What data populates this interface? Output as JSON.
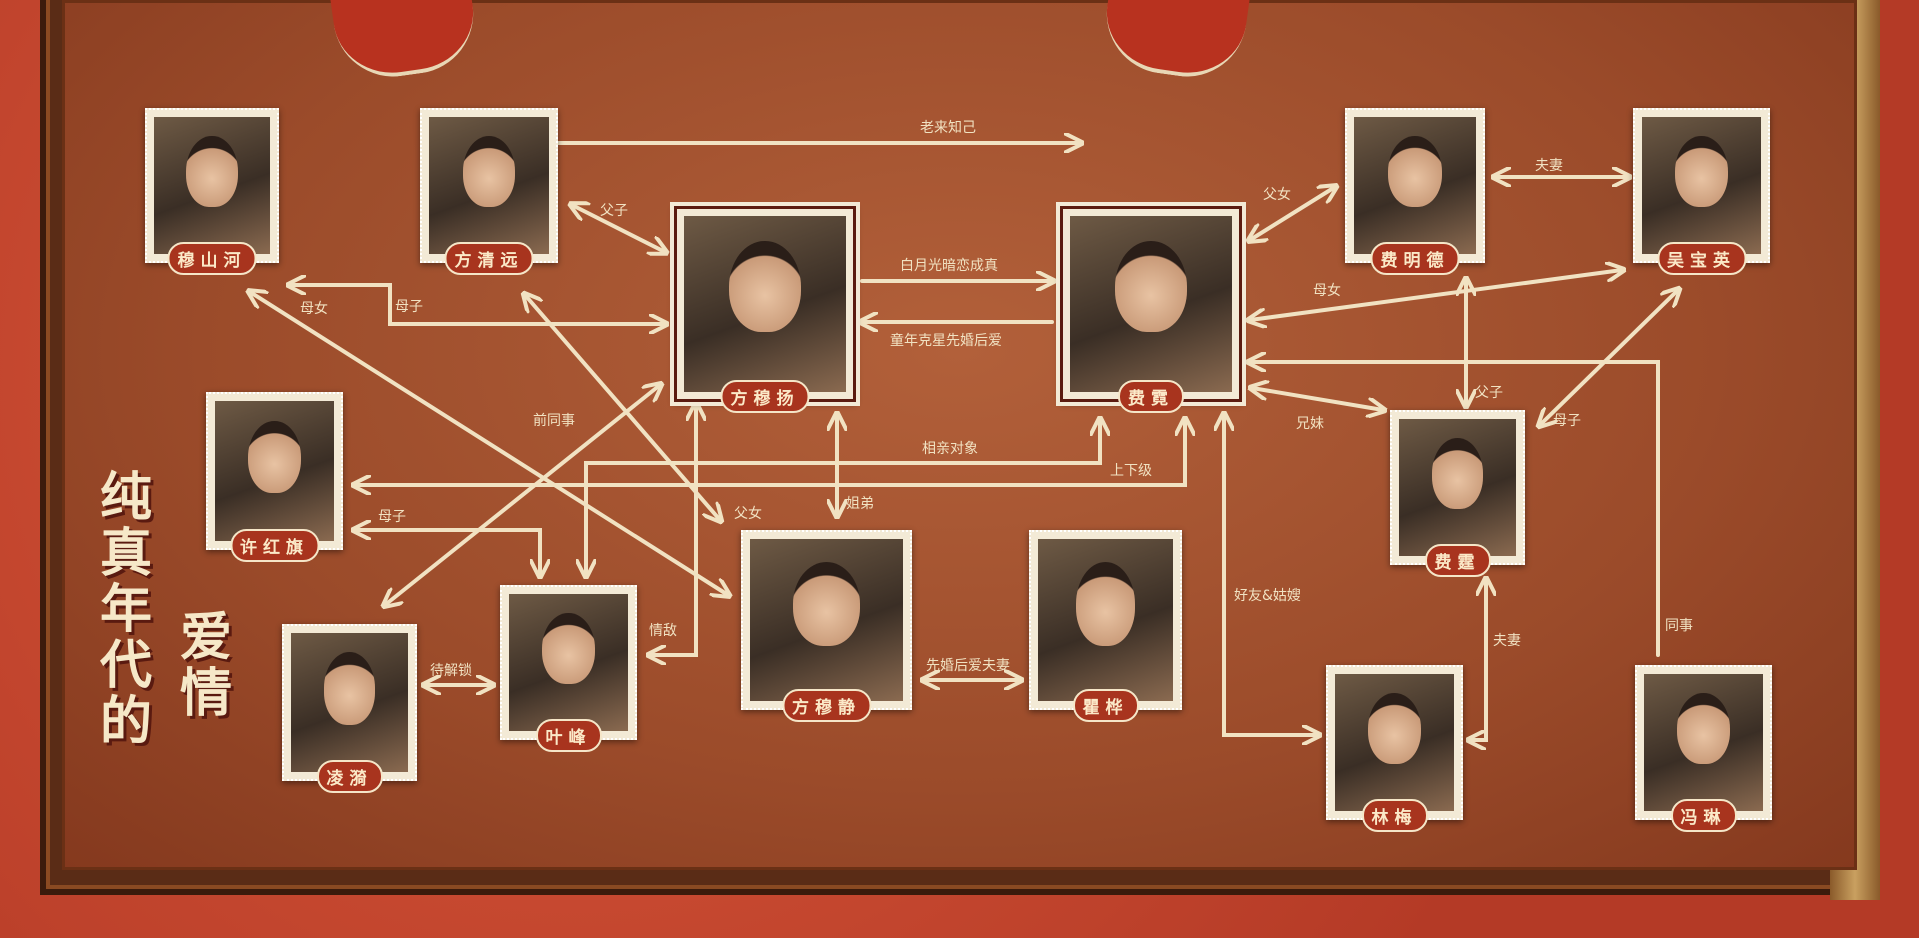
{
  "title": {
    "col1": "纯真年代的",
    "col2": "爱情"
  },
  "characters": {
    "mushanhe": "穆山河",
    "fangqingyuan": "方清远",
    "fangmuyang": "方穆扬",
    "feini": "费霓",
    "feimingde": "费明德",
    "wubaoying": "吴宝英",
    "xuhongqi": "许红旗",
    "yefeng": "叶峰",
    "lingyi": "凌漪",
    "fangmujing": "方穆静",
    "quhua": "瞿桦",
    "feiting": "费霆",
    "linmei": "林梅",
    "fenglin": "冯琳"
  },
  "relations": {
    "laolaizhiji": "老来知己",
    "fuzi1": "父子",
    "muzi1": "母子",
    "munv1": "母女",
    "baiyueguang": "白月光暗恋成真",
    "tongnian": "童年克星先婚后爱",
    "funv1": "父女",
    "fuqi1": "夫妻",
    "munv2": "母女",
    "fuzi2": "父子",
    "muzi2": "母子",
    "xiongmei": "兄妹",
    "tongshi": "同事",
    "haoyou": "好友&姑嫂",
    "fuqi2": "夫妻",
    "xiangqin": "相亲对象",
    "shangxiaji": "上下级",
    "muzi3": "母子",
    "qiantongshi": "前同事",
    "funv2": "父女",
    "qingdi": "情敌",
    "jiedi": "姐弟",
    "xianhun": "先婚后爱夫妻",
    "daijiesuo": "待解锁"
  },
  "colors": {
    "line": "#f1e2c2",
    "badge": "#a8341e",
    "board": "#a4532f"
  }
}
